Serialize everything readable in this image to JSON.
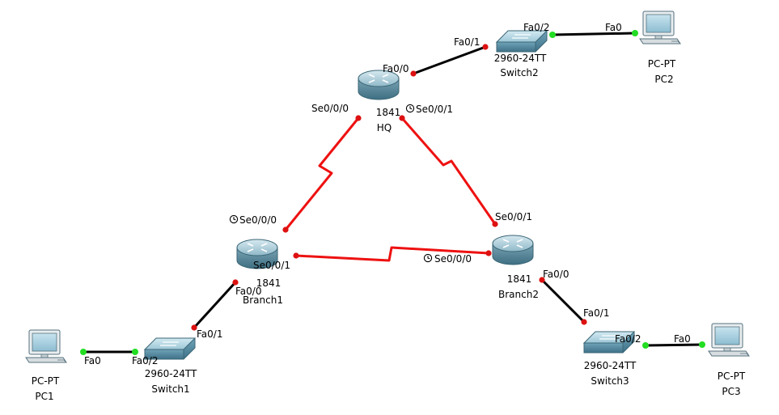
{
  "devices": {
    "hq": {
      "model": "1841",
      "name": "HQ"
    },
    "branch1": {
      "model": "1841",
      "name": "Branch1"
    },
    "branch2": {
      "model": "1841",
      "name": "Branch2"
    },
    "switch1": {
      "model": "2960-24TT",
      "name": "Switch1"
    },
    "switch2": {
      "model": "2960-24TT",
      "name": "Switch2"
    },
    "switch3": {
      "model": "2960-24TT",
      "name": "Switch3"
    },
    "pc1": {
      "model": "PC-PT",
      "name": "PC1"
    },
    "pc2": {
      "model": "PC-PT",
      "name": "PC2"
    },
    "pc3": {
      "model": "PC-PT",
      "name": "PC3"
    }
  },
  "ports": {
    "hq_fa00": "Fa0/0",
    "hq_se000": "Se0/0/0",
    "hq_se001": "Se0/0/1",
    "sw2_fa01": "Fa0/1",
    "sw2_fa02": "Fa0/2",
    "pc2_fa0": "Fa0",
    "b1_se000": "Se0/0/0",
    "b1_se001": "Se0/0/1",
    "b1_fa00": "Fa0/0",
    "b2_se001": "Se0/0/1",
    "b2_se000": "Se0/0/0",
    "b2_fa00": "Fa0/0",
    "sw1_fa01": "Fa0/1",
    "sw1_fa02": "Fa0/2",
    "pc1_fa0": "Fa0",
    "sw3_fa01": "Fa0/1",
    "sw3_fa02": "Fa0/2",
    "pc3_fa0": "Fa0"
  },
  "colors": {
    "serial_link": "#ee1111",
    "ethernet_link": "#000000",
    "port_down": "#dd1111",
    "port_up": "#22dd22"
  }
}
